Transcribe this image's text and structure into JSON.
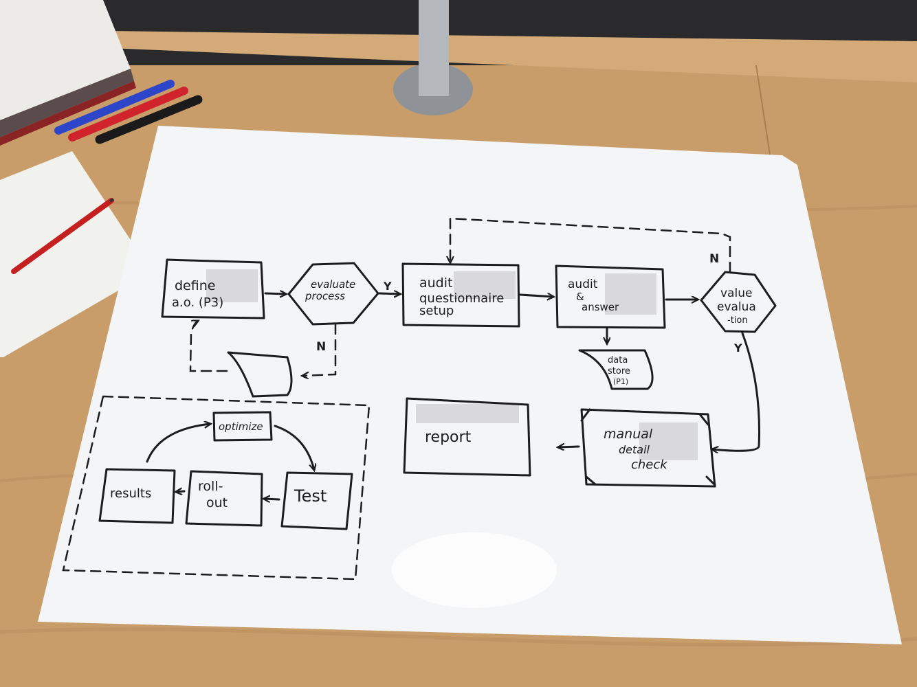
{
  "nodes": {
    "define": {
      "line1": "define",
      "line2": "a.o. (P3)"
    },
    "evaluate_process": {
      "line1": "evaluate",
      "line2": "process"
    },
    "audit_setup": {
      "line1": "audit",
      "line2": "questionnaire",
      "line3": "setup"
    },
    "audit_answer": {
      "line1": "audit",
      "line2": "&",
      "line3": "answer"
    },
    "value_evaluation": {
      "line1": "value",
      "line2": "evalua",
      "line3": "-tion"
    },
    "data_store": {
      "line1": "data",
      "line2": "store",
      "line3": "(P1)"
    },
    "manual_check": {
      "line1": "manual",
      "line2": "detail",
      "line3": "check"
    },
    "report": {
      "label": "report"
    },
    "optimize": {
      "label": "optimize"
    },
    "results": {
      "label": "results"
    },
    "rollout": {
      "line1": "roll-",
      "line2": "out"
    },
    "test": {
      "label": "Test"
    }
  },
  "edge_labels": {
    "evaluate_yes": "Y",
    "evaluate_no": "N",
    "value_no": "N",
    "value_yes": "Y"
  },
  "colors": {
    "ink": "#1c1c1c",
    "paper": "#f4f5f7",
    "desk": "#c89d6a"
  }
}
